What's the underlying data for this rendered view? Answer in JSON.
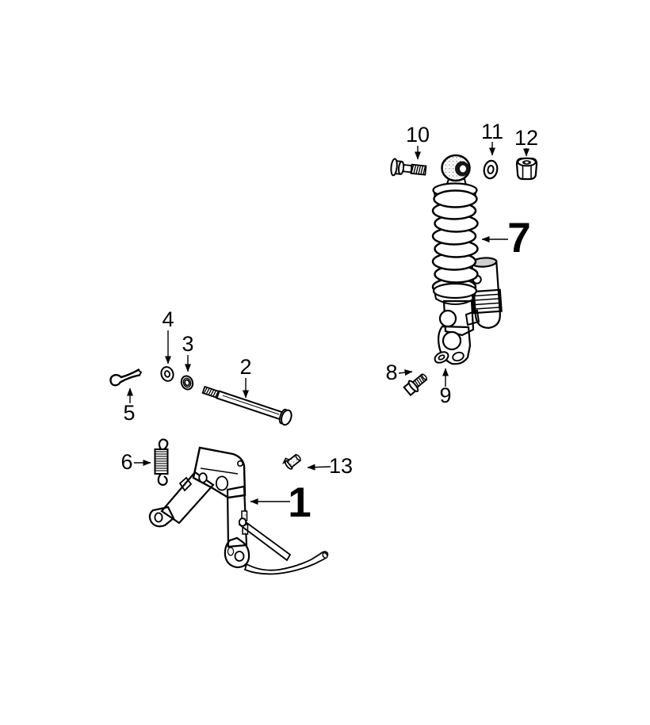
{
  "diagram": {
    "background_color": "#ffffff",
    "ink_color": "#000000",
    "texture_dot_color": "#8c8c8c",
    "callouts": [
      {
        "number": "1",
        "size": "large"
      },
      {
        "number": "2",
        "size": "normal"
      },
      {
        "number": "3",
        "size": "normal"
      },
      {
        "number": "4",
        "size": "normal"
      },
      {
        "number": "5",
        "size": "normal"
      },
      {
        "number": "6",
        "size": "normal"
      },
      {
        "number": "7",
        "size": "large"
      },
      {
        "number": "8",
        "size": "normal"
      },
      {
        "number": "9",
        "size": "normal"
      },
      {
        "number": "10",
        "size": "normal"
      },
      {
        "number": "11",
        "size": "normal"
      },
      {
        "number": "12",
        "size": "normal"
      },
      {
        "number": "13",
        "size": "normal"
      }
    ]
  }
}
